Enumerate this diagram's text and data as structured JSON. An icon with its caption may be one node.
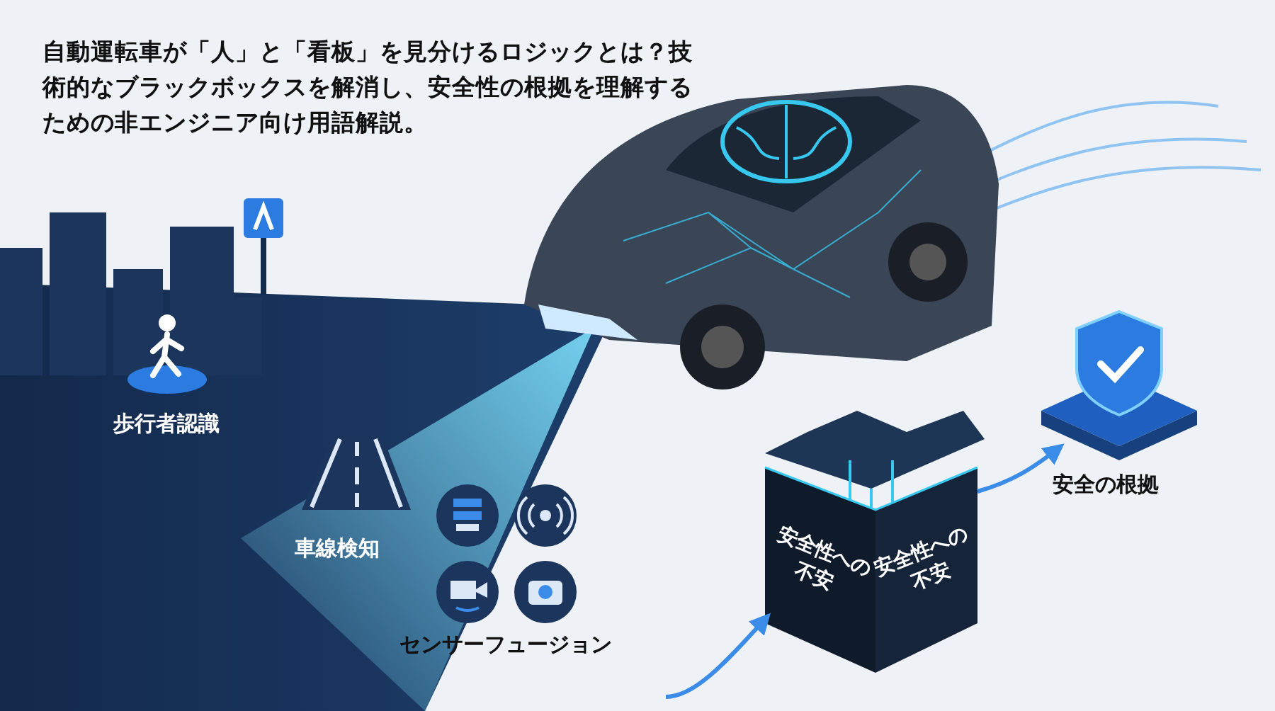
{
  "diagram": {
    "title": "自動運転車が「人」と「看板」を見分けるロジックとは？技術的なブラックボックスを解消し、安全性の根拠を理解するための非エンジニア向け用語解説。",
    "nodes": [
      {
        "text": [
          "安全性への不安",
          "安全性への不安"
        ]
      },
      {
        "text": [],
        "shape": "picture",
        "beside": [
          "安全の根拠"
        ]
      }
    ],
    "edges": [
      {
        "from": null,
        "to": 0,
        "arrow": "to"
      },
      {
        "from": 0,
        "to": 1,
        "arrow": "to"
      }
    ],
    "labels": [
      "歩行者認識",
      "車線検知",
      "センサーフュージョン"
    ]
  }
}
